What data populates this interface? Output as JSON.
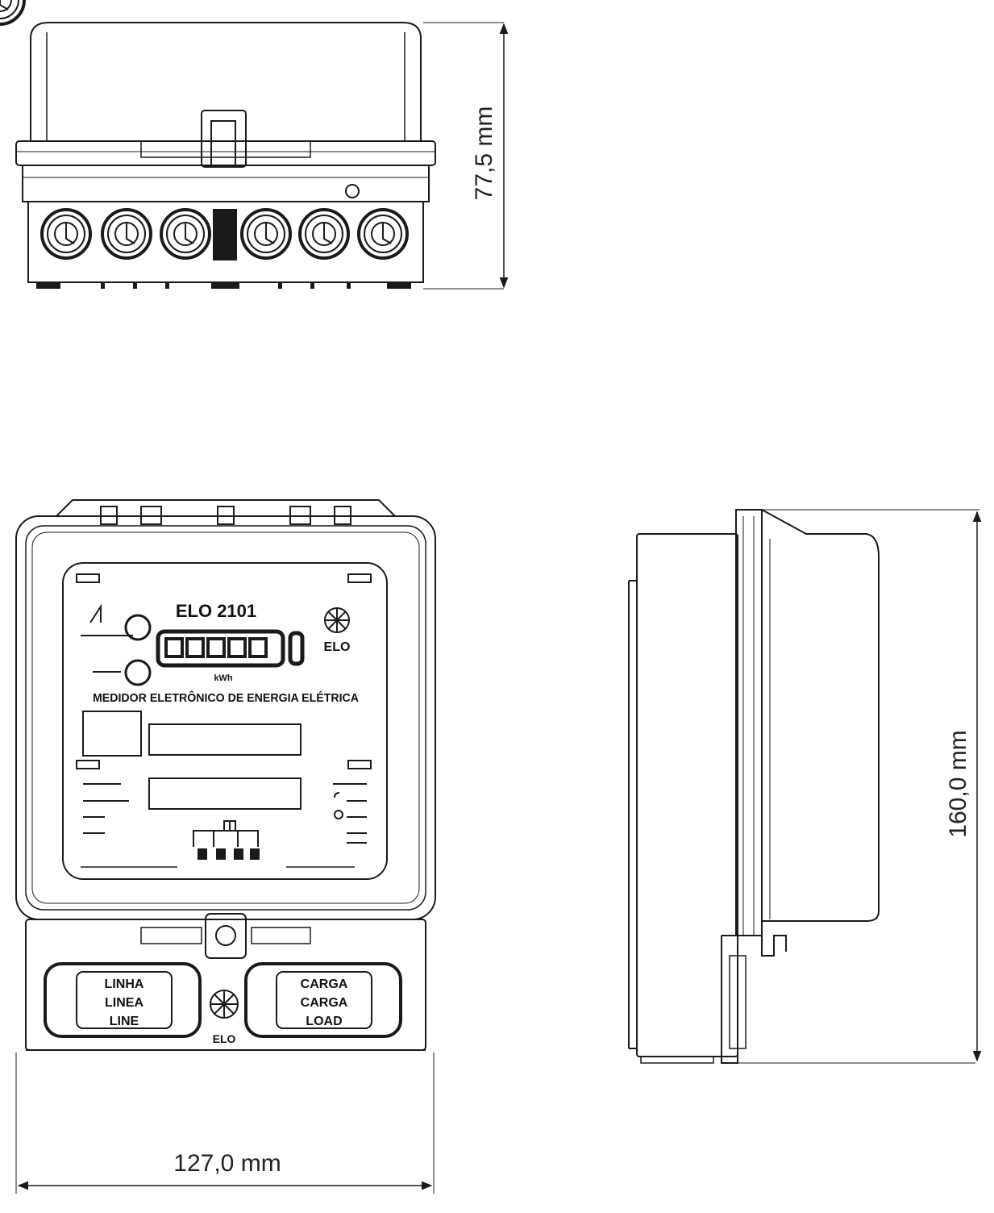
{
  "dimensions": {
    "height_top": "77,5 mm",
    "width": "127,0 mm",
    "height_side": "160,0 mm"
  },
  "meter": {
    "model": "ELO 2101",
    "brand": "ELO",
    "unit": "kWh",
    "title": "MEDIDOR ELETRÔNICO DE ENERGIA ELÉTRICA",
    "terminal_left": [
      "LINHA",
      "LINEA",
      "LINE"
    ],
    "terminal_right": [
      "CARGA",
      "CARGA",
      "LOAD"
    ],
    "bottom_brand": "ELO"
  },
  "colors": {
    "line": "#1a1a1a",
    "background": "#ffffff"
  }
}
